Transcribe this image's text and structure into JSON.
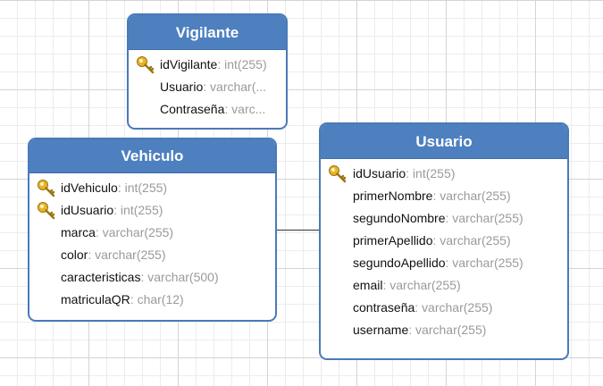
{
  "entities": {
    "vigilante": {
      "title": "Vigilante",
      "fields": [
        {
          "name": "idVigilante",
          "type": ": int(255)",
          "key": true
        },
        {
          "name": "Usuario",
          "type": ": varchar(...",
          "key": false
        },
        {
          "name": "Contraseña",
          "type": ": varc...",
          "key": false
        }
      ]
    },
    "vehiculo": {
      "title": "Vehiculo",
      "fields": [
        {
          "name": "idVehiculo",
          "type": ": int(255)",
          "key": true
        },
        {
          "name": "idUsuario",
          "type": ": int(255)",
          "key": true
        },
        {
          "name": "marca",
          "type": ": varchar(255)",
          "key": false
        },
        {
          "name": "color",
          "type": ": varchar(255)",
          "key": false
        },
        {
          "name": "caracteristicas",
          "type": ": varchar(500)",
          "key": false
        },
        {
          "name": "matriculaQR",
          "type": ": char(12)",
          "key": false
        }
      ]
    },
    "usuario": {
      "title": "Usuario",
      "fields": [
        {
          "name": "idUsuario",
          "type": ": int(255)",
          "key": true
        },
        {
          "name": "primerNombre",
          "type": ": varchar(255)",
          "key": false
        },
        {
          "name": "segundoNombre",
          "type": ": varchar(255)",
          "key": false
        },
        {
          "name": "primerApellido",
          "type": ": varchar(255)",
          "key": false
        },
        {
          "name": "segundoApellido",
          "type": ": varchar(255)",
          "key": false
        },
        {
          "name": "email",
          "type": ": varchar(255)",
          "key": false
        },
        {
          "name": "contraseña",
          "type": ": varchar(255)",
          "key": false
        },
        {
          "name": "username",
          "type": ": varchar(255)",
          "key": false
        }
      ]
    }
  },
  "colors": {
    "header": "#4e80bf",
    "border": "#4a7ab8",
    "type_text": "#9a9a9a",
    "key_icon": "#e8b526"
  },
  "icons": {
    "primary_key": "key-icon"
  }
}
